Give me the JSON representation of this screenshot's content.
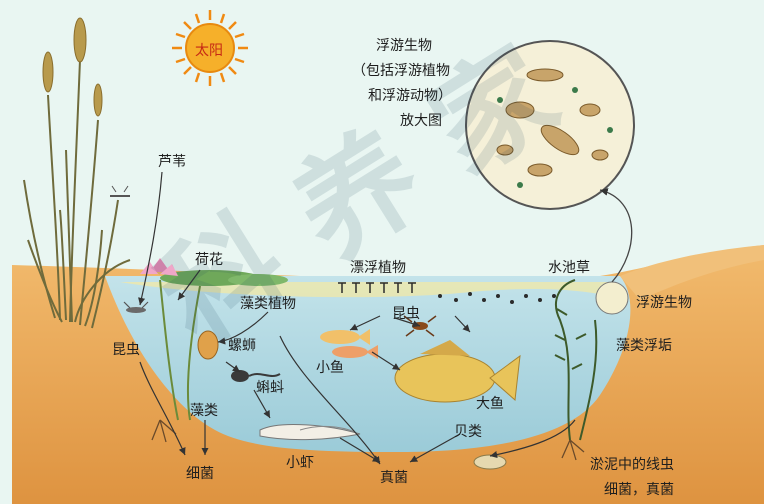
{
  "labels": {
    "sun": "太阳",
    "plankton_title": "浮游生物",
    "plankton_includes": "（包括浮游植物",
    "plankton_and": "和浮游动物）",
    "magnified": "放大图",
    "reed": "芦苇",
    "lotus": "荷花",
    "phytoplankton": "漂浮植物",
    "water_weed": "水池草",
    "plankton_right": "浮游生物",
    "algae_scum": "藻类浮垢",
    "algae_plants": "藻类植物",
    "insect_right": "昆虫",
    "insect_left": "昆虫",
    "snail": "螺蛳",
    "small_fish": "小鱼",
    "tadpole": "蝌蚪",
    "big_fish": "大鱼",
    "algae": "藻类",
    "shellfish": "贝类",
    "shrimp": "小虾",
    "bacteria_left": "细菌",
    "fungi": "真菌",
    "nematodes": "淤泥中的线虫",
    "bacteria_fungi": "细菌，真菌"
  },
  "watermark": "科 养 家",
  "colors": {
    "background": "#e9f6f2",
    "water": "#a9d3de",
    "sediment": "#e8a45a",
    "sun": "#f3a91c",
    "watermark": "#1f4660"
  }
}
